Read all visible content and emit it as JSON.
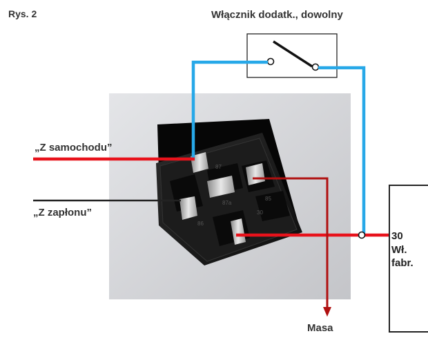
{
  "figure_label": "Rys. 2",
  "switch_label": "Włącznik dodatk., dowolny",
  "inputs": {
    "from_car": "„Z samochodu”",
    "from_ignition": "„Z zapłonu”"
  },
  "terminal": {
    "number": "30",
    "line1": "Wł.",
    "line2": "fabr."
  },
  "ground_label": "Masa",
  "relay_pin_marks": [
    "87",
    "87a",
    "85",
    "86",
    "30"
  ],
  "colors": {
    "positive_wire": "#e8121b",
    "ground_wire": "#b01010",
    "switch_wire": "#27a8e8",
    "signal_wire": "#222222",
    "relay_body": "#1a1a1a",
    "photo_background": "#cfd0d4"
  }
}
